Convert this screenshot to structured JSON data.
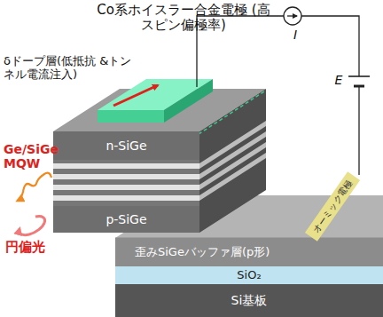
{
  "diagram": {
    "nodes": [
      {
        "text": [
          "n-SiGe"
        ]
      },
      {
        "text": [
          "p-SiGe"
        ]
      },
      {
        "text": [
          "歪みSiGeバッファ層(p形)"
        ]
      },
      {
        "text": [
          "オーミック電極"
        ]
      },
      {
        "text": [
          "SiO₂"
        ]
      },
      {
        "text": [
          "Si基板"
        ]
      }
    ],
    "labels": [
      "Co系ホイスラー合金電極 (高スピン偏極率)",
      "δドープ層(低抵抗 &トンネル電流注入)",
      "I",
      "E",
      "Ge/SiGe MQW",
      "円偏光"
    ]
  }
}
